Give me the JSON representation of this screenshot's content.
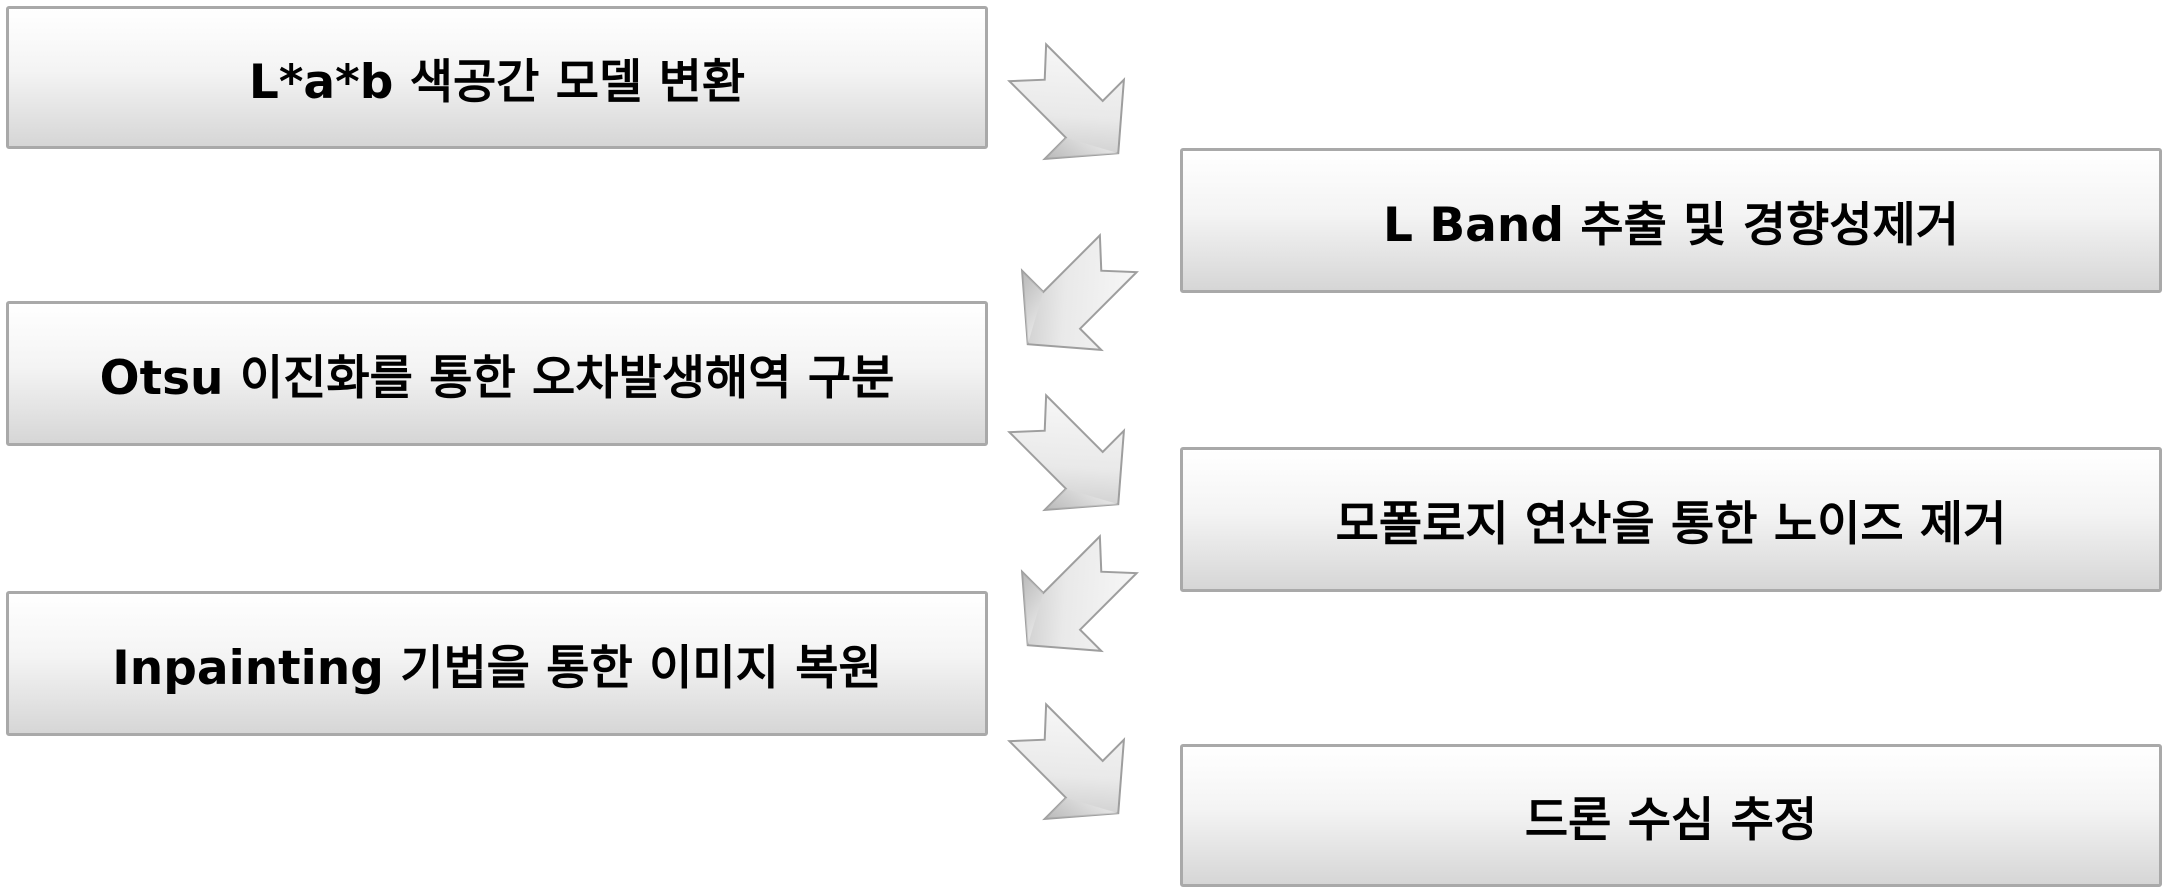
{
  "diagram": {
    "steps": [
      {
        "label": "L*a*b 색공간 모델 변환"
      },
      {
        "label": "L Band 추출 및 경향성제거"
      },
      {
        "label": "Otsu 이진화를 통한 오차발생해역 구분"
      },
      {
        "label": "모폴로지 연산을 통한 노이즈 제거"
      },
      {
        "label": "Inpainting 기법을 통한 이미지 복원"
      },
      {
        "label": "드론 수심 추정"
      }
    ],
    "colors": {
      "box_border": "#a9a9a9",
      "box_gradient_top": "#ffffff",
      "box_gradient_bottom": "#d6d6d6",
      "arrow_light": "#f7f7f7",
      "arrow_dark": "#b3b3b3",
      "text": "#000000"
    },
    "connector_icon": "chevron-arrow-icon"
  }
}
